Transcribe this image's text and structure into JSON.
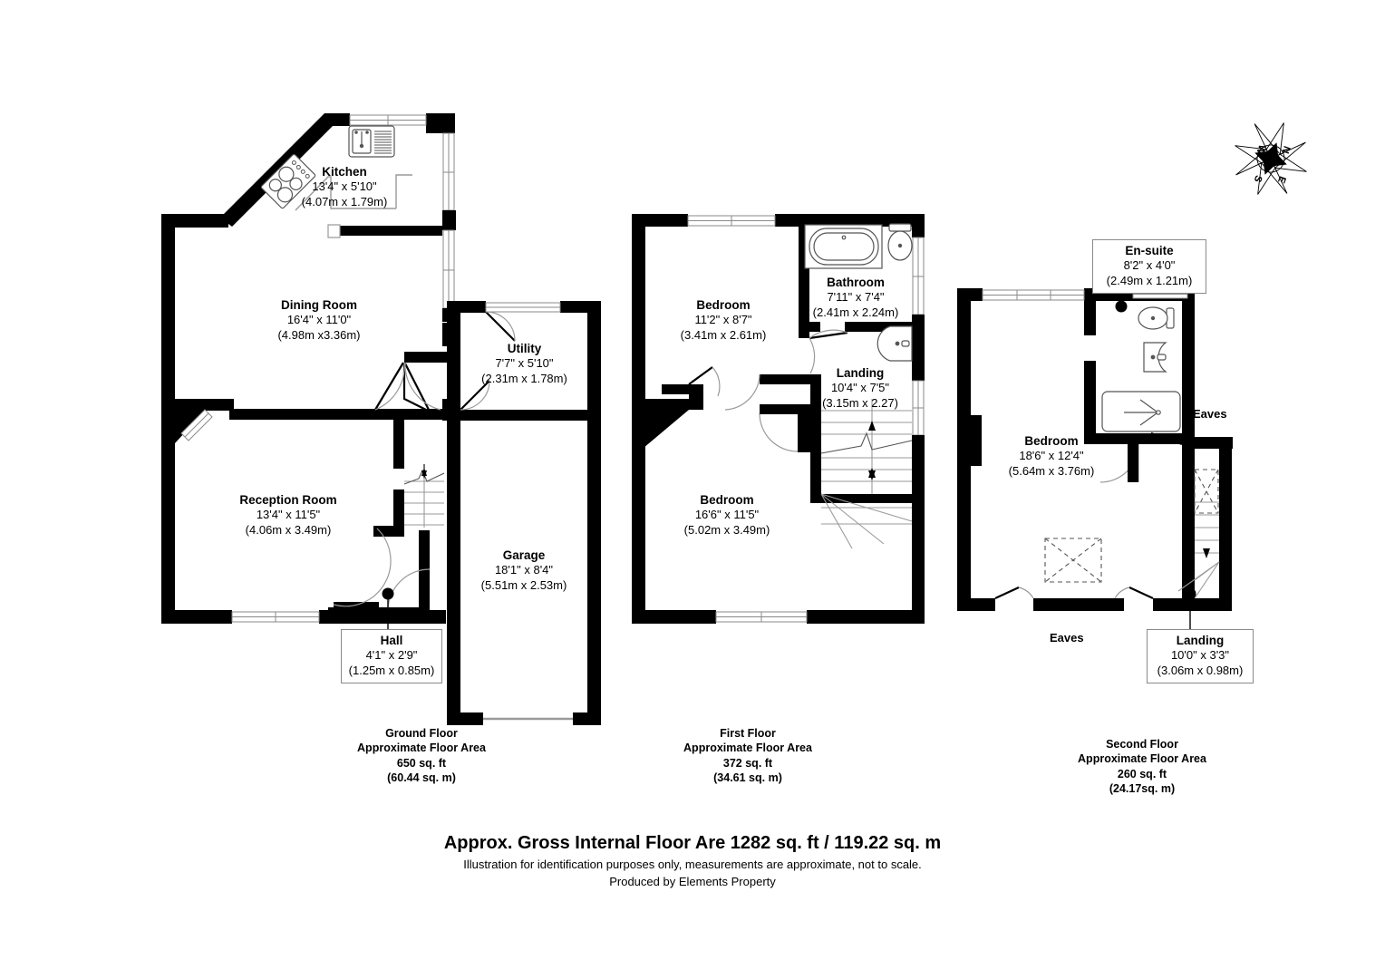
{
  "document": {
    "type": "floor-plan",
    "producer": "Produced by Elements Property"
  },
  "compass": {
    "name": "compass-rose",
    "north": "N",
    "south": "S",
    "east": "E",
    "west": "W"
  },
  "floors": [
    {
      "id": "ground",
      "area_caption": "Ground Floor\nApproximate Floor Area\n650 sq. ft\n(60.44 sq. m)",
      "name_line": "Ground Floor",
      "area_line": "Approximate Floor Area",
      "area_ft": "650 sq. ft",
      "area_m": "(60.44 sq. m)",
      "rooms": [
        {
          "name": "Kitchen",
          "imperial": "13'4\" x 5'10\"",
          "metric": "(4.07m x 1.79m)",
          "boxed": false
        },
        {
          "name": "Dining Room",
          "imperial": "16'4\" x 11'0\"",
          "metric": "(4.98m x3.36m)",
          "boxed": false
        },
        {
          "name": "Utility",
          "imperial": "7'7\" x 5'10\"",
          "metric": "(2.31m x 1.78m)",
          "boxed": false
        },
        {
          "name": "Reception Room",
          "imperial": "13'4\" x 11'5\"",
          "metric": "(4.06m x 3.49m)",
          "boxed": false
        },
        {
          "name": "Garage",
          "imperial": "18'1\" x 8'4\"",
          "metric": "(5.51m x 2.53m)",
          "boxed": false
        },
        {
          "name": "Hall",
          "imperial": "4'1\" x 2'9\"",
          "metric": "(1.25m x 0.85m)",
          "boxed": true
        }
      ]
    },
    {
      "id": "first",
      "name_line": "First Floor",
      "area_line": "Approximate Floor Area",
      "area_ft": "372 sq. ft",
      "area_m": "(34.61 sq. m)",
      "rooms": [
        {
          "name": "Bedroom",
          "imperial": "11'2\" x 8'7\"",
          "metric": "(3.41m x 2.61m)",
          "boxed": false
        },
        {
          "name": "Bathroom",
          "imperial": "7'11\" x 7'4\"",
          "metric": "(2.41m x 2.24m)",
          "boxed": false
        },
        {
          "name": "Landing",
          "imperial": "10'4\" x 7'5\"",
          "metric": "(3.15m x 2.27)",
          "boxed": false
        },
        {
          "name": "Bedroom",
          "imperial": "16'6\" x 11'5\"",
          "metric": "(5.02m x 3.49m)",
          "boxed": false
        }
      ]
    },
    {
      "id": "second",
      "name_line": "Second Floor",
      "area_line": "Approximate Floor Area",
      "area_ft": "260 sq. ft",
      "area_m": "(24.17sq. m)",
      "rooms": [
        {
          "name": "En-suite",
          "imperial": "8'2\" x 4'0\"",
          "metric": "(2.49m x 1.21m)",
          "boxed": true
        },
        {
          "name": "Bedroom",
          "imperial": "18'6\" x 12'4\"",
          "metric": "(5.64m x 3.76m)",
          "boxed": false
        },
        {
          "name": "Landing",
          "imperial": "10'0\" x 3'3\"",
          "metric": "(3.06m x 0.98m)",
          "boxed": true
        }
      ],
      "eaves_right": "Eaves",
      "eaves_bottom": "Eaves"
    }
  ],
  "footer": {
    "gross": "Approx. Gross Internal Floor Are 1282 sq. ft / 119.22 sq. m",
    "disclaimer": "Illustration for identification purposes only, measurements are approximate, not to scale.",
    "producer": "Produced by Elements Property"
  },
  "colors": {
    "wall": "#000000",
    "thin": "#808080",
    "background": "#ffffff"
  }
}
